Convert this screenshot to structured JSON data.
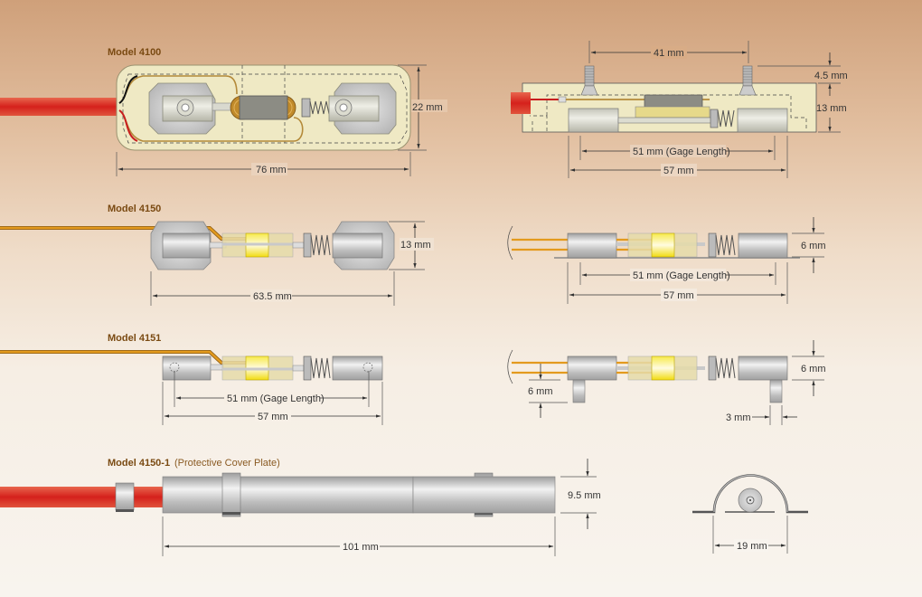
{
  "models": [
    {
      "id": "4100",
      "title": "Model 4100",
      "top_view": {
        "length_label": "76 mm",
        "width_label": "22 mm"
      },
      "side_view": {
        "screw_spacing_label": "41 mm",
        "screw_height_label": "4.5 mm",
        "height_label": "13 mm",
        "gage_length_label": "51 mm (Gage Length)",
        "overall_label": "57 mm"
      }
    },
    {
      "id": "4150",
      "title": "Model 4150",
      "top_view": {
        "length_label": "63.5 mm",
        "width_label": "13 mm"
      },
      "side_view": {
        "height_label": "6 mm",
        "gage_length_label": "51 mm (Gage Length)",
        "overall_label": "57 mm"
      }
    },
    {
      "id": "4151",
      "title": "Model 4151",
      "top_view": {
        "gage_length_label": "51 mm (Gage Length)",
        "overall_label": "57 mm"
      },
      "side_view": {
        "height_label": "6 mm",
        "pin_length_label": "6 mm",
        "pin_diameter_label": "3 mm"
      }
    },
    {
      "id": "4150-1",
      "title": "Model 4150-1",
      "subtitle": "(Protective Cover Plate)",
      "side_view": {
        "length_label": "101 mm",
        "diameter_label": "9.5 mm"
      },
      "end_view": {
        "width_label": "19 mm"
      }
    }
  ],
  "colors": {
    "title": "#7a4a12",
    "cable_red": "#d9332a",
    "lead_orange": "#e39a1e",
    "coil_yellow": "#f5e21a",
    "housing": "#efe9c0",
    "steel": "#c9c9c9"
  }
}
